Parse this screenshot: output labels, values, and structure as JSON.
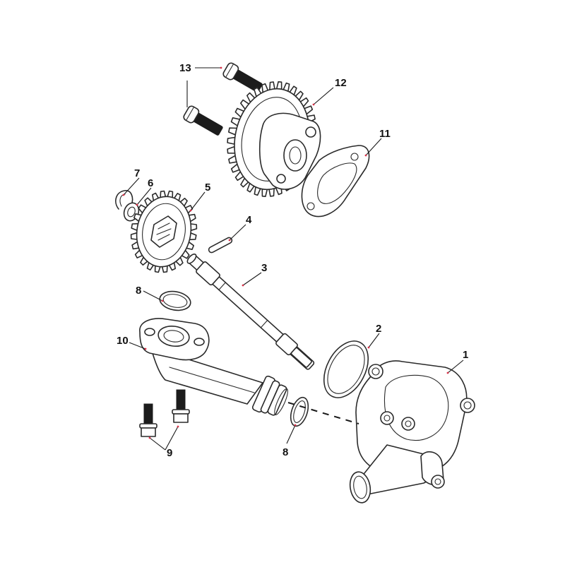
{
  "callouts": {
    "p1": "1",
    "p2": "2",
    "p3": "3",
    "p4": "4",
    "p5": "5",
    "p6": "6",
    "p7": "7",
    "p8a": "8",
    "p8b": "8",
    "p9": "9",
    "p10": "10",
    "p11": "11",
    "p12": "12",
    "p13": "13"
  },
  "colors": {
    "line": "#2a2a2a",
    "label": "#111111",
    "leader_dot": "#d9334a"
  }
}
